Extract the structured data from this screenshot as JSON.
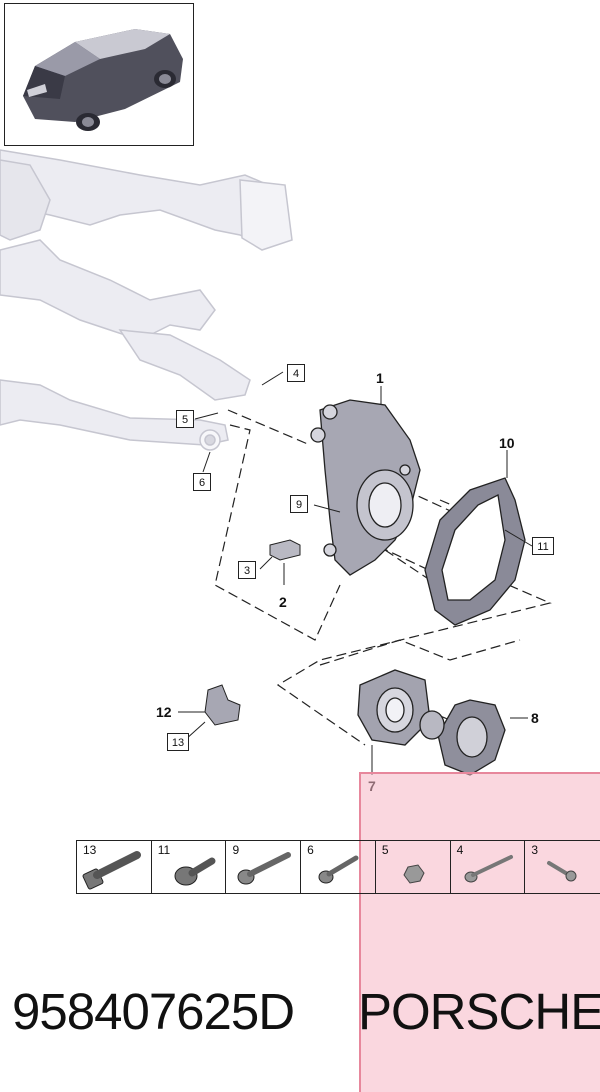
{
  "thumbnail": {
    "icon": "car-suv-icon"
  },
  "callouts": {
    "c1": "1",
    "c2": "2",
    "c7": "7",
    "c8": "8",
    "c10": "10",
    "c12": "12"
  },
  "box_labels": {
    "b3": "3",
    "b4": "4",
    "b5": "5",
    "b6": "6",
    "b9": "9",
    "b11": "11",
    "b13": "13"
  },
  "fasteners": [
    {
      "num": "13",
      "icon": "hex-bolt-icon"
    },
    {
      "num": "11",
      "icon": "flange-bolt-icon"
    },
    {
      "num": "9",
      "icon": "hex-bolt-icon"
    },
    {
      "num": "6",
      "icon": "hex-bolt-icon"
    },
    {
      "num": "5",
      "icon": "nut-icon"
    },
    {
      "num": "4",
      "icon": "long-bolt-icon"
    },
    {
      "num": "3",
      "icon": "socket-bolt-icon"
    }
  ],
  "footer": {
    "part_number": "958407625D",
    "brand": "PORSCHE"
  },
  "colors": {
    "highlight": "#f6b6c4",
    "line": "#222222",
    "subframe": "#e4e4ea",
    "part_fill": "#9a9aa6"
  }
}
